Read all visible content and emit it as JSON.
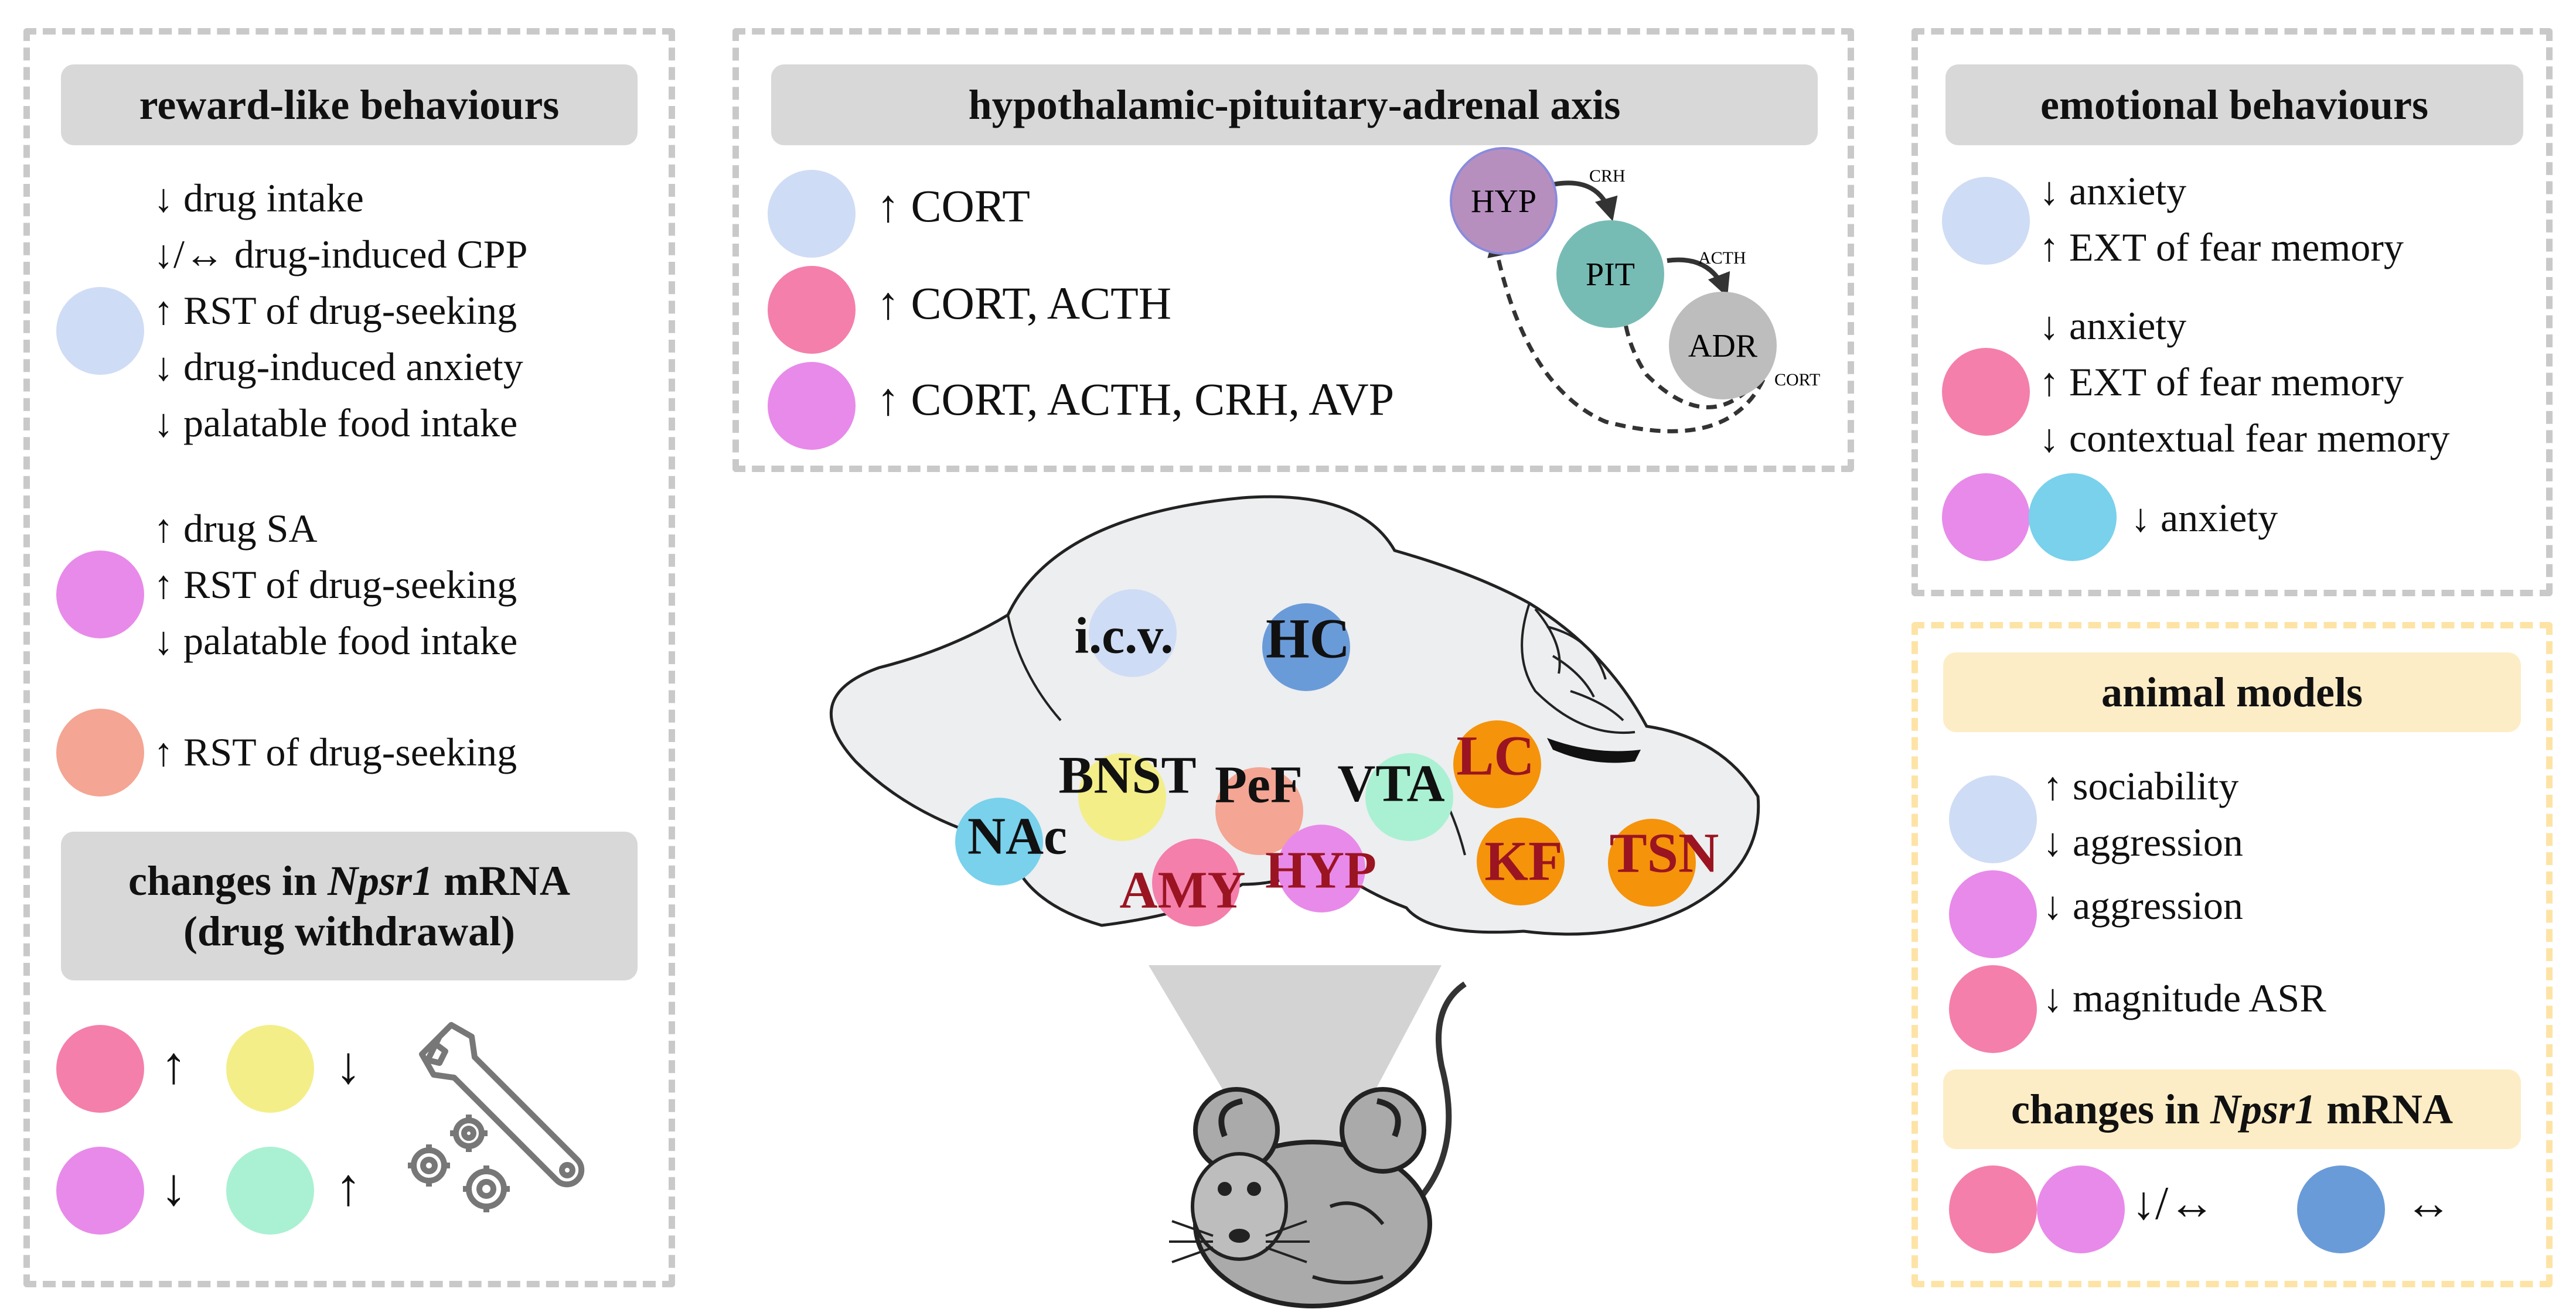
{
  "colors": {
    "light_blue": "#cfdcf5",
    "pink": "#f47fab",
    "magenta": "#e88aea",
    "salmon": "#f4a593",
    "yellow": "#f3ee88",
    "mint": "#a9f1d2",
    "cyan": "#79d1ec",
    "blue": "#6a9bd9",
    "orange": "#f5930a",
    "dark_red": "#9b1422",
    "header_gray": "#d8d8d8",
    "header_yellow": "#fdedc6"
  },
  "reward": {
    "title": "reward-like behaviours",
    "group1": [
      "↓ drug intake",
      "↓/↔ drug-induced CPP",
      "↑ RST of drug-seeking",
      "↓ drug-induced anxiety",
      "↓ palatable food intake"
    ],
    "group2": [
      "↑ drug SA",
      "↑ RST of drug-seeking",
      "↓ palatable food intake"
    ],
    "group3": [
      "↑ RST of drug-seeking"
    ]
  },
  "withdrawal": {
    "title_pre": "changes in ",
    "title_gene": "Npsr1",
    "title_post": " mRNA",
    "title_line2": "(drug withdrawal)",
    "pink_arrow": "↑",
    "yellow_arrow": "↓",
    "magenta_arrow": "↓",
    "mint_arrow": "↑",
    "tool_icon": "wrench-gears-icon"
  },
  "hpa": {
    "title": "hypothalamic-pituitary-adrenal axis",
    "rows": [
      "↑ CORT",
      "↑ CORT, ACTH",
      "↑ CORT, ACTH, CRH, AVP"
    ],
    "nodes": {
      "hyp": "HYP",
      "pit": "PIT",
      "adr": "ADR"
    },
    "arrows": {
      "crh": "CRH",
      "acth": "ACTH",
      "cort": "CORT"
    }
  },
  "emotional": {
    "title": "emotional behaviours",
    "group1": [
      "↓ anxiety",
      "↑ EXT of fear memory"
    ],
    "group2": [
      "↓ anxiety",
      "↑ EXT of fear memory",
      "↓ contextual fear memory"
    ],
    "group3": [
      "↓ anxiety"
    ]
  },
  "models": {
    "title": "animal models",
    "group1": [
      "↑ sociability",
      "↓ aggression"
    ],
    "group2": [
      "↓ aggression"
    ],
    "group3": [
      "↓ magnitude ASR"
    ],
    "mrna_pre": "changes in ",
    "mrna_gene": "Npsr1",
    "mrna_post": " mRNA",
    "mrna_arrow1": "↓/↔",
    "mrna_arrow2": "↔"
  },
  "brain": {
    "icv": "i.c.v.",
    "hc": "HC",
    "bnst": "BNST",
    "pef": "PeF",
    "vta": "VTA",
    "lc": "LC",
    "nac": "NAc",
    "amy": "AMY",
    "hyp": "HYP",
    "kf": "KF",
    "tsn": "TSN",
    "mouse_icon": "mouse-icon"
  }
}
